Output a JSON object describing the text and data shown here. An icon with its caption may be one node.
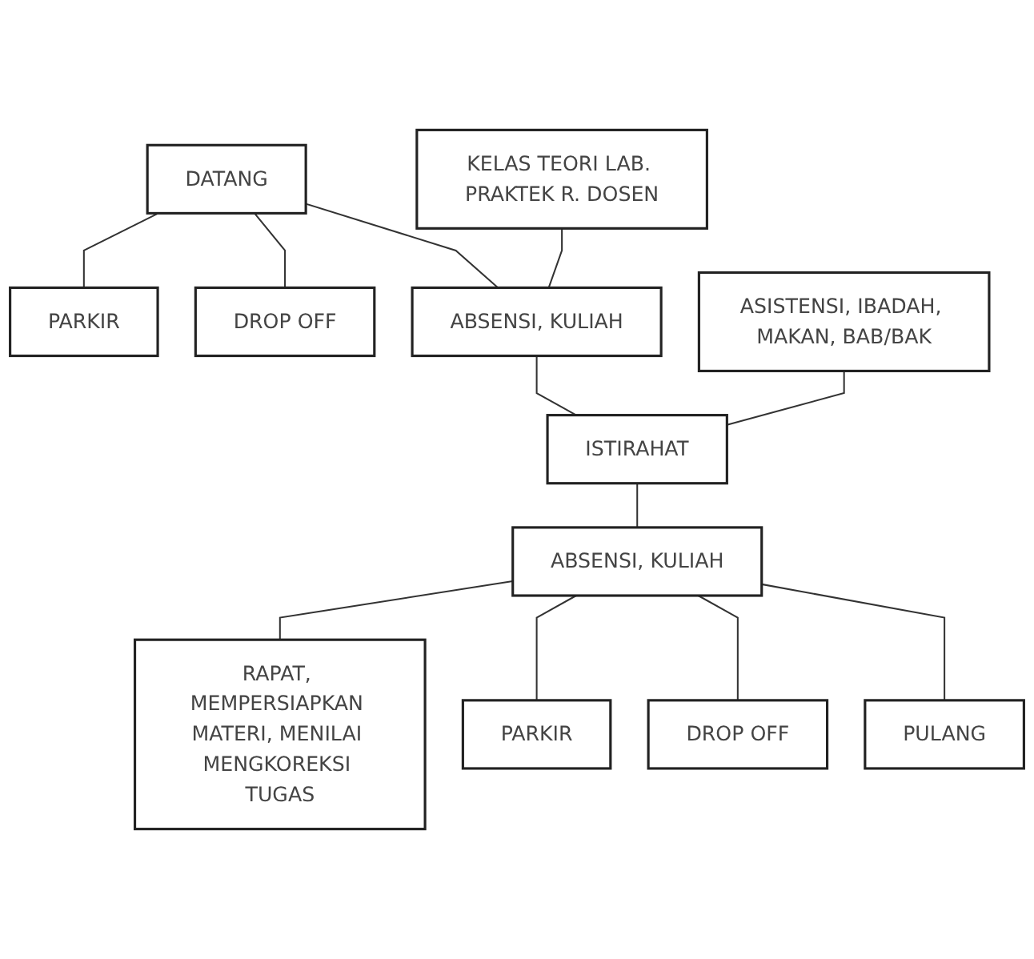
{
  "diagram": {
    "nodes": [
      {
        "text": [
          "DATANG"
        ]
      },
      {
        "text": [
          "PARKIR"
        ]
      },
      {
        "text": [
          "DROP OFF"
        ]
      },
      {
        "text": [
          "KELAS TEORI LAB. PRAKTEK R. DOSEN"
        ]
      },
      {
        "text": [
          "ABSENSI, KULIAH"
        ]
      },
      {
        "text": [
          "ASISTENSI, IBADAH, MAKAN, BAB/BAK"
        ]
      },
      {
        "text": [
          "ISTIRAHAT"
        ]
      },
      {
        "text": [
          "ABSENSI, KULIAH"
        ]
      },
      {
        "text": [
          "RAPAT, MEMPERSIAPKAN MATERI, MENILAI MENGKOREKSI TUGAS"
        ]
      },
      {
        "text": [
          "PARKIR"
        ]
      },
      {
        "text": [
          "DROP OFF"
        ]
      },
      {
        "text": [
          "PULANG"
        ]
      }
    ],
    "edges": [
      {
        "from": 0,
        "to": 1,
        "arrow": "none"
      },
      {
        "from": 0,
        "to": 2,
        "arrow": "none"
      },
      {
        "from": 0,
        "to": 4,
        "arrow": "none"
      },
      {
        "from": 3,
        "to": 4,
        "arrow": "none"
      },
      {
        "from": 4,
        "to": 6,
        "arrow": "none"
      },
      {
        "from": 5,
        "to": 6,
        "arrow": "none"
      },
      {
        "from": 6,
        "to": 7,
        "arrow": "none"
      },
      {
        "from": 7,
        "to": 8,
        "arrow": "none"
      },
      {
        "from": 7,
        "to": 9,
        "arrow": "none"
      },
      {
        "from": 7,
        "to": 10,
        "arrow": "none"
      },
      {
        "from": 7,
        "to": 11,
        "arrow": "none"
      }
    ]
  }
}
